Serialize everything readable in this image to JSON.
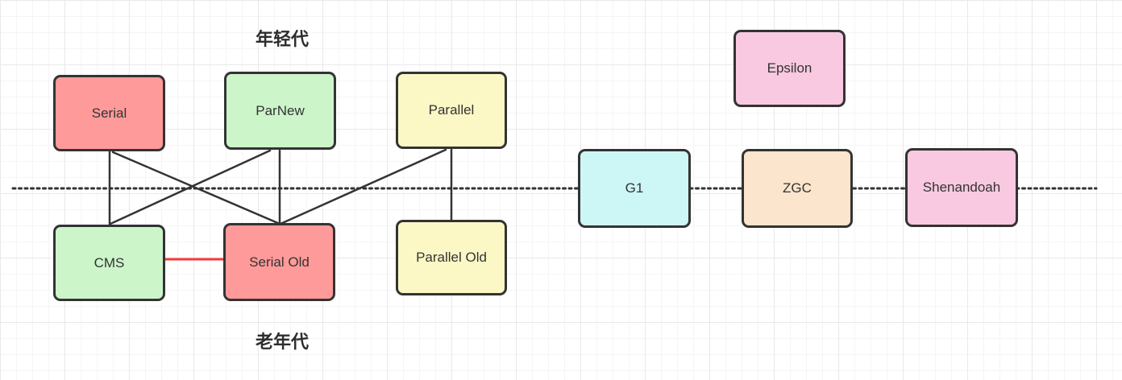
{
  "diagram": {
    "region_labels": {
      "young": "年轻代",
      "old": "老年代"
    },
    "nodes": [
      {
        "id": "serial",
        "label": "Serial",
        "fill": "#ff9a9a",
        "generation": "young"
      },
      {
        "id": "parnew",
        "label": "ParNew",
        "fill": "#ccf5ca",
        "generation": "young"
      },
      {
        "id": "parallel",
        "label": "Parallel",
        "fill": "#fbf8c5",
        "generation": "young"
      },
      {
        "id": "cms",
        "label": "CMS",
        "fill": "#ccf5ca",
        "generation": "old"
      },
      {
        "id": "serial-old",
        "label": "Serial Old",
        "fill": "#ff9a9a",
        "generation": "old"
      },
      {
        "id": "parallel-old",
        "label": "Parallel Old",
        "fill": "#fbf8c5",
        "generation": "old"
      },
      {
        "id": "g1",
        "label": "G1",
        "fill": "#cdf6f6",
        "generation": "both"
      },
      {
        "id": "zgc",
        "label": "ZGC",
        "fill": "#fbe5cc",
        "generation": "both"
      },
      {
        "id": "shenandoah",
        "label": "Shenandoah",
        "fill": "#f8c9e0",
        "generation": "both"
      },
      {
        "id": "epsilon",
        "label": "Epsilon",
        "fill": "#f8c9e0",
        "generation": "none"
      }
    ],
    "edges": [
      {
        "from": "serial",
        "to": "cms",
        "color": "#333333"
      },
      {
        "from": "serial",
        "to": "serial-old",
        "color": "#333333"
      },
      {
        "from": "parnew",
        "to": "cms",
        "color": "#333333"
      },
      {
        "from": "parnew",
        "to": "serial-old",
        "color": "#333333"
      },
      {
        "from": "parallel",
        "to": "serial-old",
        "color": "#333333"
      },
      {
        "from": "parallel",
        "to": "parallel-old",
        "color": "#333333"
      },
      {
        "from": "cms",
        "to": "serial-old",
        "color": "#f53b3b"
      }
    ],
    "divider": {
      "style": "dotted",
      "color": "#333333"
    }
  }
}
